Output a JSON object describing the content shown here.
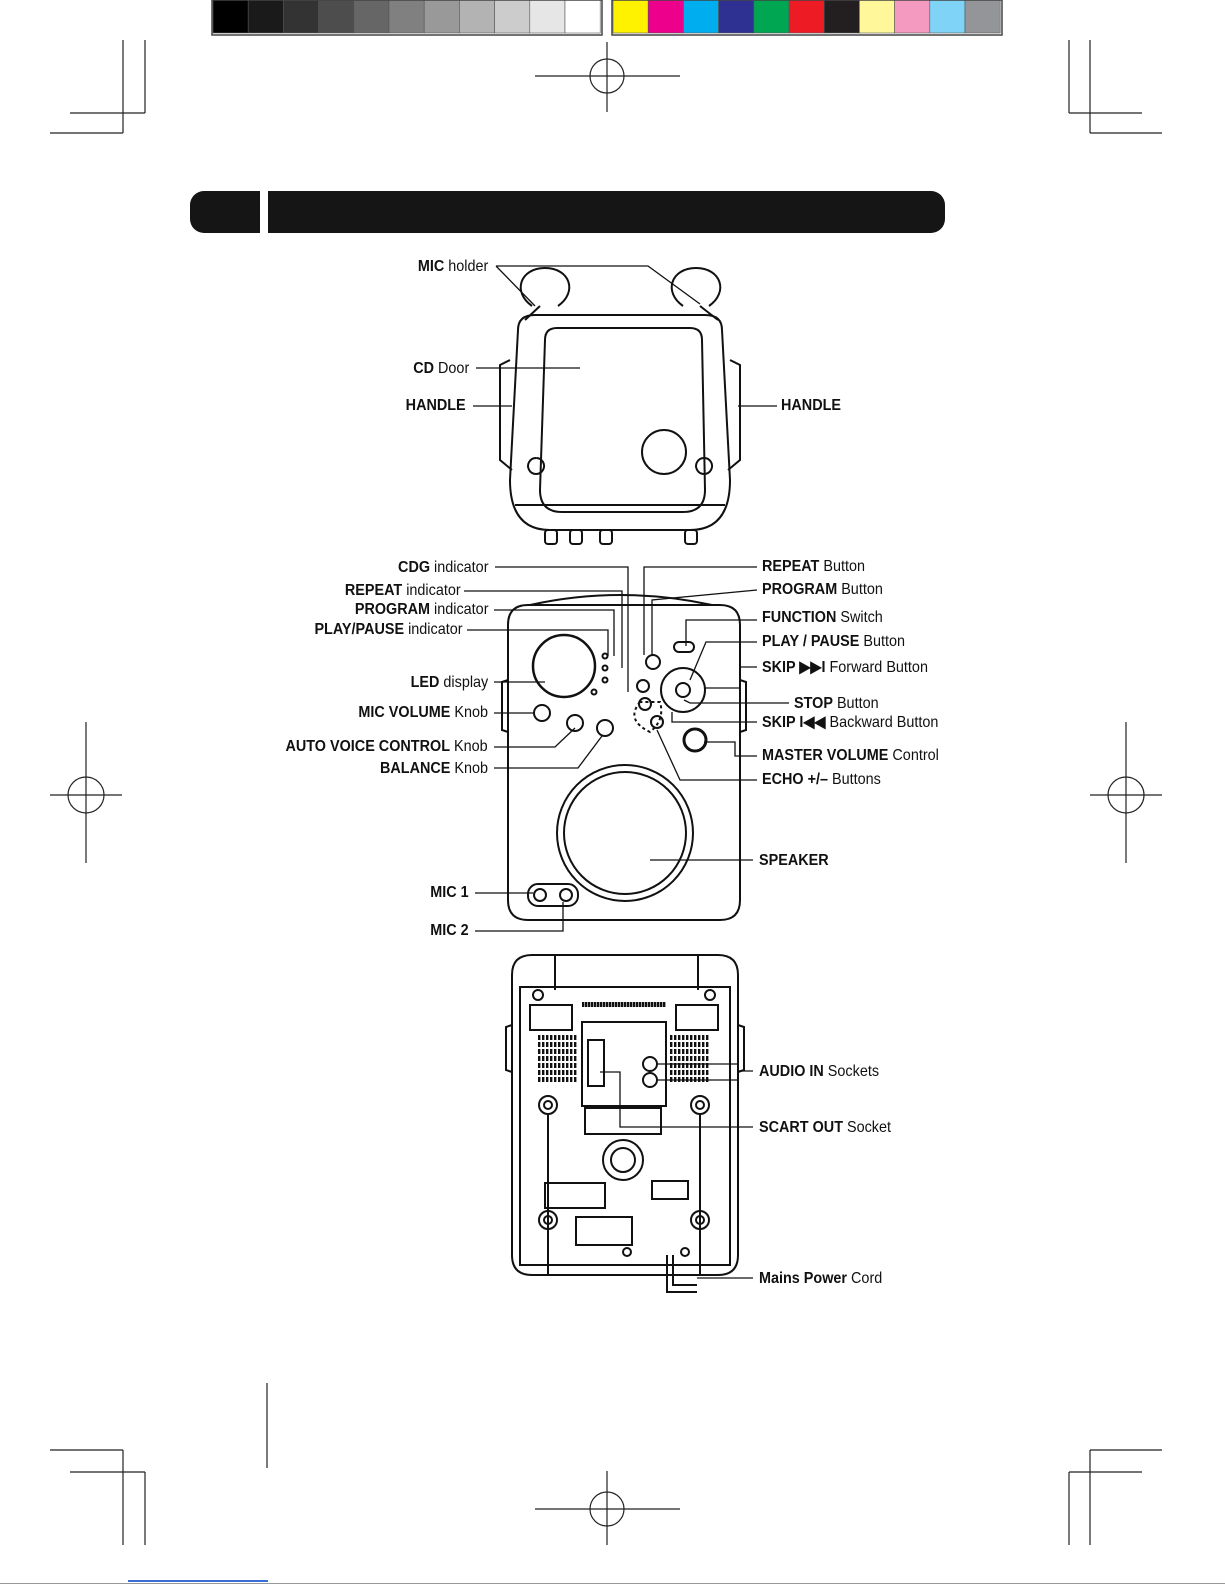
{
  "color_bar": {
    "grays": [
      "#000000",
      "#1a1a1a",
      "#333333",
      "#4d4d4d",
      "#666666",
      "#808080",
      "#999999",
      "#b3b3b3",
      "#cccccc",
      "#e6e6e6",
      "#ffffff"
    ],
    "colors": [
      "#fff200",
      "#ec008c",
      "#00aeef",
      "#2e3192",
      "#00a651",
      "#ed1c24",
      "#231f20",
      "#fff799",
      "#f49ac1",
      "#7fd3f7",
      "#939598"
    ]
  },
  "labels": {
    "mic_holder": {
      "strong": "MIC",
      "rest": " holder"
    },
    "cd_door": {
      "strong": "CD",
      "rest": " Door"
    },
    "handle_left": {
      "strong": "HANDLE",
      "rest": ""
    },
    "handle_right": {
      "strong": "HANDLE",
      "rest": ""
    },
    "cdg_indicator": {
      "strong": "CDG",
      "rest": " indicator"
    },
    "repeat_indicator": {
      "strong": "REPEAT",
      "rest": " indicator"
    },
    "program_indicator": {
      "strong": "PROGRAM",
      "rest": " indicator"
    },
    "playpause_indicator": {
      "strong": "PLAY/PAUSE",
      "rest": " indicator"
    },
    "led_display": {
      "strong": "LED",
      "rest": " display"
    },
    "mic_volume_knob": {
      "strong": "MIC VOLUME",
      "rest": " Knob"
    },
    "avc_knob": {
      "strong": "AUTO VOICE CONTROL",
      "rest": " Knob"
    },
    "balance_knob": {
      "strong": "BALANCE",
      "rest": " Knob"
    },
    "repeat_button": {
      "strong": "REPEAT",
      "rest": " Button"
    },
    "program_button": {
      "strong": "PROGRAM",
      "rest": " Button"
    },
    "function_switch": {
      "strong": "FUNCTION",
      "rest": " Switch"
    },
    "playpause_button": {
      "strong": "PLAY / PAUSE",
      "rest": " Button"
    },
    "skip_forward": {
      "strong": "SKIP ▶▶I",
      "rest": " Forward Button"
    },
    "stop_button": {
      "strong": "STOP",
      "rest": " Button"
    },
    "skip_backward": {
      "strong": "SKIP I◀◀",
      "rest": " Backward Button"
    },
    "master_volume": {
      "strong": "MASTER VOLUME",
      "rest": " Control"
    },
    "echo_buttons": {
      "strong": "ECHO +/–",
      "rest": " Buttons"
    },
    "speaker": {
      "strong": "SPEAKER",
      "rest": ""
    },
    "mic1": {
      "strong": "MIC 1",
      "rest": ""
    },
    "mic2": {
      "strong": "MIC 2",
      "rest": ""
    },
    "audio_in": {
      "strong": "AUDIO IN",
      "rest": " Sockets"
    },
    "scart_out": {
      "strong": "SCART OUT",
      "rest": " Socket"
    },
    "mains_power": {
      "strong": "Mains Power",
      "rest": " Cord"
    }
  }
}
